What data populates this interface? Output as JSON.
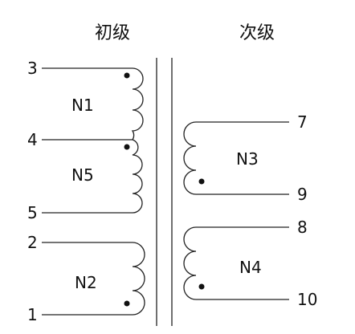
{
  "headers": {
    "primary": "初级",
    "secondary": "次级"
  },
  "pins": {
    "p1": "1",
    "p2": "2",
    "p3": "3",
    "p4": "4",
    "p5": "5",
    "p7": "7",
    "p8": "8",
    "p9": "9",
    "p10": "10"
  },
  "windings": {
    "n1": "N1",
    "n2": "N2",
    "n3": "N3",
    "n4": "N4",
    "n5": "N5"
  }
}
